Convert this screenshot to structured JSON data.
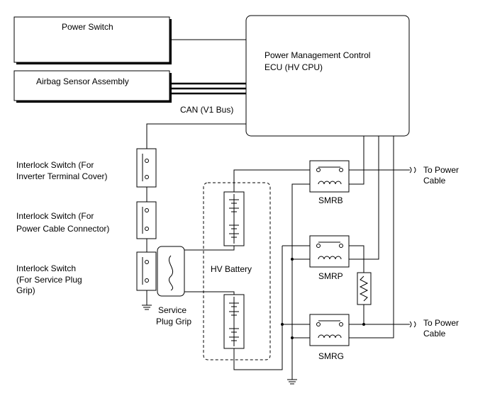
{
  "labels": {
    "power_switch": "Power Switch",
    "airbag": "Airbag Sensor Assembly",
    "ecu_line1": "Power Management Control",
    "ecu_line2": "ECU (HV CPU)",
    "can": "CAN (V1 Bus)",
    "il_inverter_1": "Interlock Switch (For",
    "il_inverter_2": "Inverter Terminal Cover)",
    "il_cable_1": "Interlock Switch (For",
    "il_cable_2": "Power Cable Connector)",
    "il_plug_1": "Interlock Switch",
    "il_plug_2": "(For Service Plug",
    "il_plug_3": "Grip)",
    "service_1": "Service",
    "service_2": "Plug Grip",
    "hv_battery": "HV Battery",
    "smrb": "SMRB",
    "smrp": "SMRP",
    "smrg": "SMRG",
    "to_power_1a": "To Power",
    "to_power_1b": "Cable",
    "to_power_2a": "To Power",
    "to_power_2b": "Cable"
  }
}
